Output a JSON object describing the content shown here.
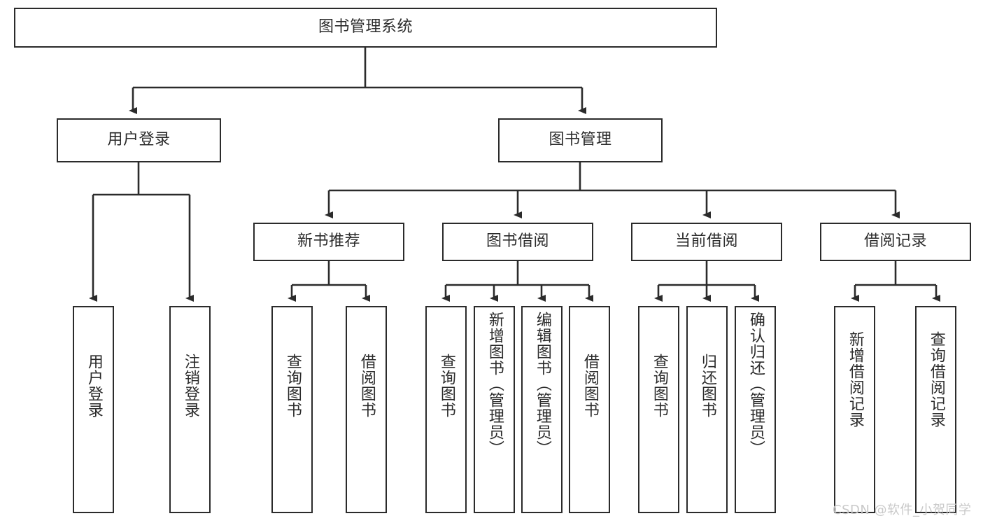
{
  "diagram": {
    "type": "tree-hierarchy-chart",
    "title": "图书管理系统",
    "colors": {
      "box_border": "#2b2b2b",
      "box_fill": "#ffffff",
      "connector": "#2b2b2b",
      "text": "#2b2b2b",
      "watermark": "#c9c9c9",
      "background": "#ffffff"
    },
    "root": {
      "label": "图书管理系统"
    },
    "level2": [
      {
        "label": "用户登录"
      },
      {
        "label": "图书管理"
      }
    ],
    "level3": [
      {
        "label": "新书推荐"
      },
      {
        "label": "图书借阅"
      },
      {
        "label": "当前借阅"
      },
      {
        "label": "借阅记录"
      }
    ],
    "leaves": {
      "user_login": [
        {
          "label": "用户登录"
        },
        {
          "label": "注销登录"
        }
      ],
      "new_book_recommend": [
        {
          "label": "查询图书"
        },
        {
          "label": "借阅图书"
        }
      ],
      "book_borrow": [
        {
          "label": "查询图书"
        },
        {
          "label": "新增图书（管理员）"
        },
        {
          "label": "编辑图书（管理员）"
        },
        {
          "label": "借阅图书"
        }
      ],
      "current_borrow": [
        {
          "label": "查询图书"
        },
        {
          "label": "归还图书"
        },
        {
          "label": "确认归还（管理员）"
        }
      ],
      "borrow_record": [
        {
          "label": "新增借阅记录"
        },
        {
          "label": "查询借阅记录"
        }
      ]
    }
  },
  "watermark": {
    "text": "CSDN @软件_小贺同学"
  }
}
